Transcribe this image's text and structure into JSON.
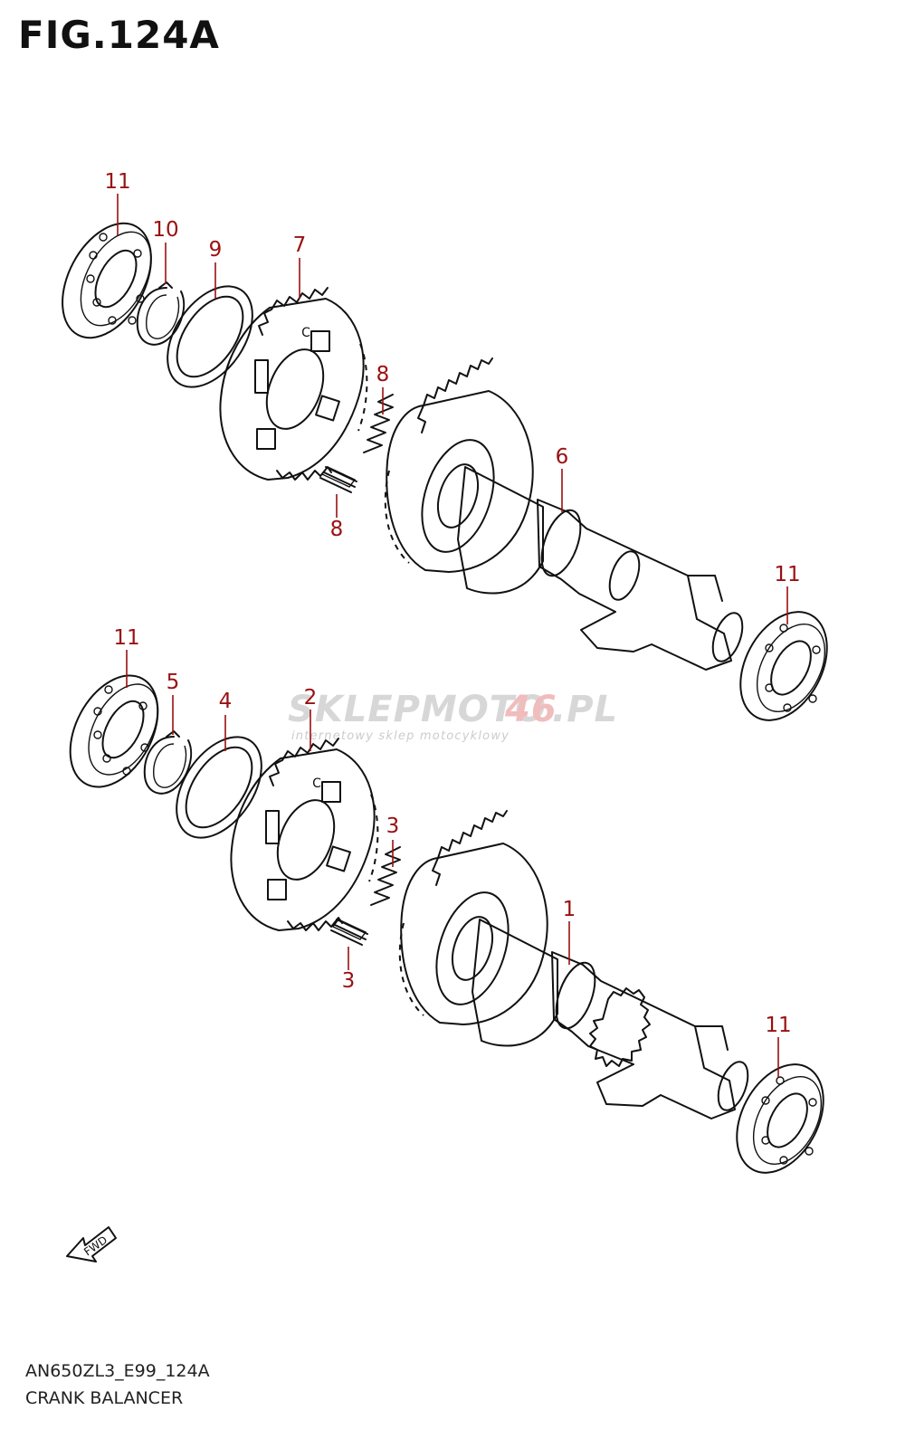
{
  "figure": {
    "title": "FIG.124A",
    "code": "AN650ZL3_E99_124A",
    "caption": "CRANK BALANCER"
  },
  "watermark": {
    "brand_main": "SKLEPMOTO",
    "brand_accent": "46",
    "brand_suffix": ".PL",
    "tagline": "internetowy sklep motocyklowy"
  },
  "fwd_label": "FWD",
  "callouts": {
    "c1": "1",
    "c2": "2",
    "c3a": "3",
    "c3b": "3",
    "c4": "4",
    "c5": "5",
    "c6": "6",
    "c7": "7",
    "c8a": "8",
    "c8b": "8",
    "c9": "9",
    "c10": "10",
    "c11a": "11",
    "c11b": "11",
    "c11c": "11",
    "c11d": "11"
  },
  "colors": {
    "callout": "#9a1010",
    "line": "#111111"
  }
}
